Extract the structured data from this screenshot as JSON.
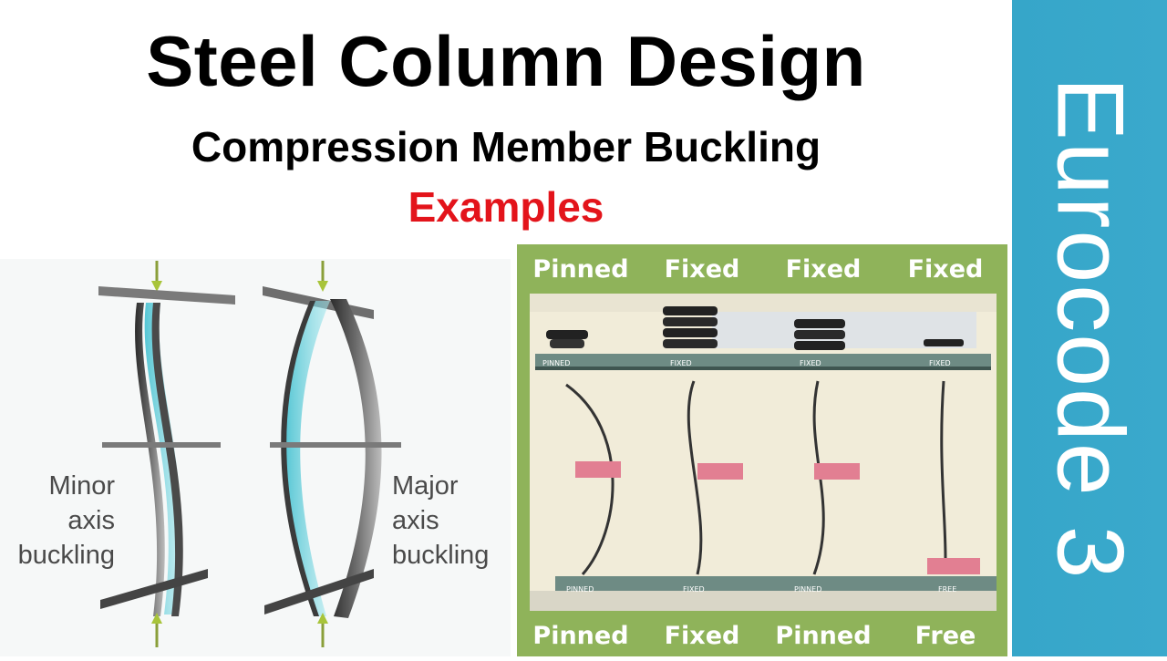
{
  "header": {
    "title": "Steel Column Design",
    "subtitle": "Compression Member Buckling",
    "tag": "Examples"
  },
  "sidebar": {
    "text": "Eurocode 3",
    "color": "#36a6c9"
  },
  "illustration": {
    "minor_label": [
      "Minor",
      "axis",
      "buckling"
    ],
    "major_label": [
      "Major",
      "axis",
      "buckling"
    ]
  },
  "photo_panel": {
    "top_labels": [
      "Pinned",
      "Fixed",
      "Fixed",
      "Fixed"
    ],
    "bottom_labels": [
      "Pinned",
      "Fixed",
      "Pinned",
      "Free"
    ],
    "photo_top_tags": [
      "PINNED",
      "FIXED",
      "FIXED",
      "FIXED"
    ],
    "photo_bottom_tags": [
      "PINNED",
      "FIXED",
      "PINNED",
      "FREE"
    ],
    "panel_color": "#8fb35a"
  }
}
